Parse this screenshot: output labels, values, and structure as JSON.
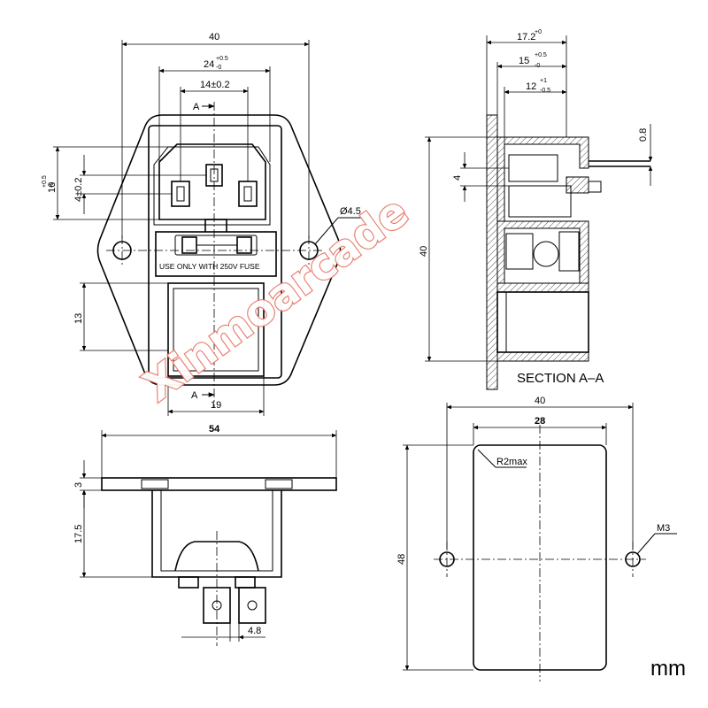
{
  "watermark": "Xinmoarcade",
  "units": "mm",
  "section_label": "SECTION A–A",
  "fuse_text": "USE ONLY WITH 250V FUSE",
  "front_view": {
    "width": "40",
    "socket_width": "24",
    "socket_width_tol": "+0.5",
    "socket_width_tol_low": "-0",
    "pin_spacing": "14±0.2",
    "height_top": "16",
    "height_top_tol": "+0.5",
    "height_top_tol_low": "-0",
    "pin_offset": "4±0.2",
    "hole_dia": "Ø4.5",
    "window_height": "13",
    "window_width": "19",
    "section_mark": "A"
  },
  "side_view": {
    "depth": "17.2",
    "depth_tol": "+0",
    "depth_b": "15",
    "depth_b_tol": "+0.5",
    "depth_b_tol_low": "-0",
    "depth_c": "12",
    "depth_c_tol": "+1",
    "depth_c_tol_low": "-0.5",
    "plate_thickness": "0.8",
    "pin_gap": "4",
    "height": "40"
  },
  "bottom_view": {
    "overall_width": "54",
    "flange": "3",
    "body_depth": "17.5",
    "terminal_width": "4.8"
  },
  "cutout_view": {
    "outer_width": "40",
    "inner_width": "28",
    "corner_radius": "R2max",
    "screw": "M3",
    "height": "48"
  }
}
